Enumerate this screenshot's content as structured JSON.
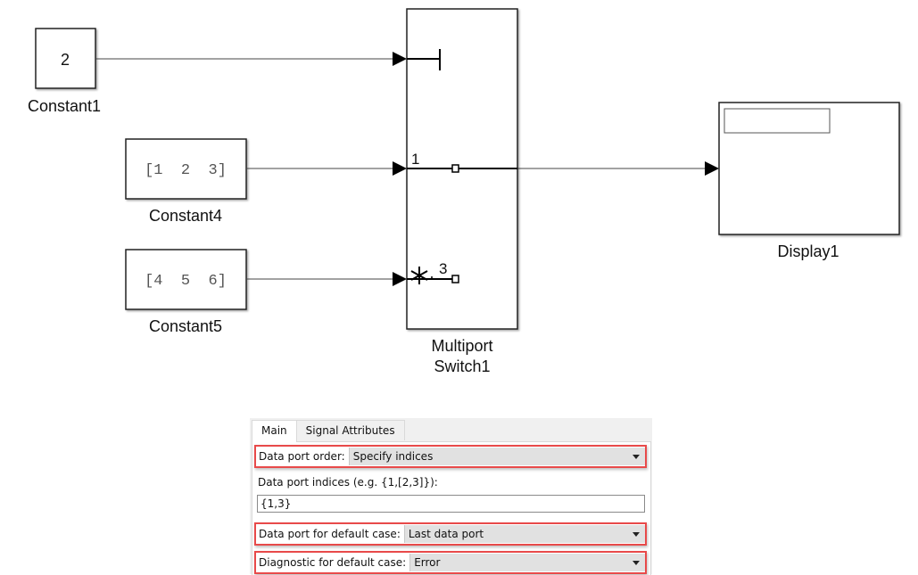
{
  "diagram": {
    "blocks": {
      "constant1": {
        "value": "2",
        "label": "Constant1"
      },
      "constant4": {
        "value": "[1  2  3]",
        "label": "Constant4"
      },
      "constant5": {
        "value": "[4  5  6]",
        "label": "Constant5"
      },
      "multiport_switch": {
        "label_line1": "Multiport",
        "label_line2": "Switch1",
        "port1_index": "1",
        "port2_index": "3",
        "default_marker": "∗,"
      },
      "display": {
        "label": "Display1",
        "value": ""
      }
    }
  },
  "dialog": {
    "tabs": [
      {
        "label": "Main",
        "active": true
      },
      {
        "label": "Signal Attributes",
        "active": false
      }
    ],
    "highlight_color": "#e84a4a",
    "fields": {
      "data_port_order": {
        "label": "Data port order:",
        "value": "Specify indices"
      },
      "data_port_indices": {
        "label": "Data port indices (e.g. {1,[2,3]}):",
        "value": "{1,3}"
      },
      "default_case_port": {
        "label": "Data port for default case:",
        "value": "Last data port"
      },
      "default_case_diagnostic": {
        "label": "Diagnostic for default case:",
        "value": "Error"
      }
    }
  }
}
